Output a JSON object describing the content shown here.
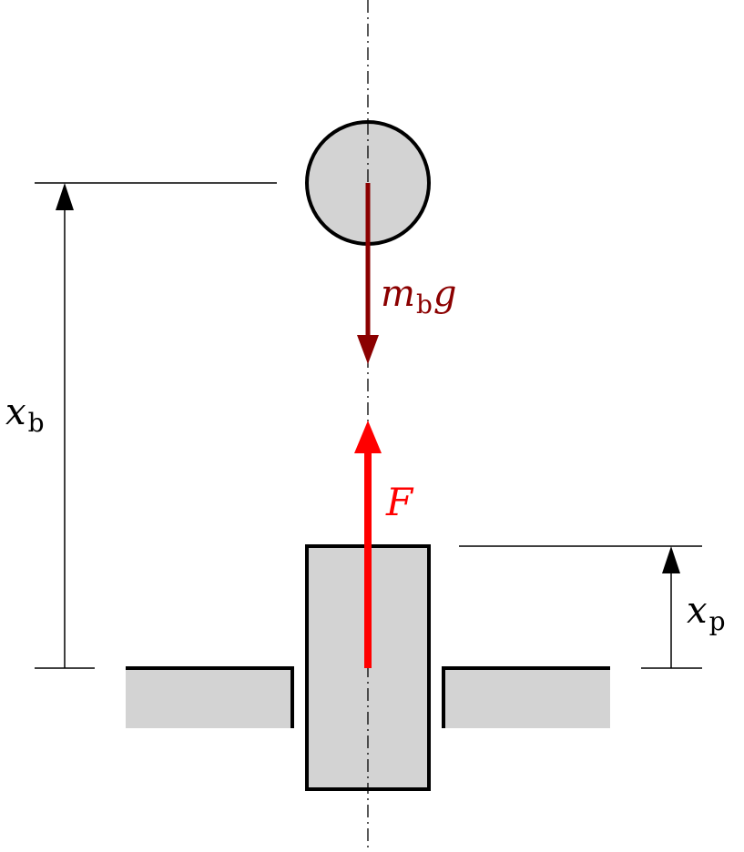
{
  "labels": {
    "xb": {
      "main": "x",
      "sub": "b"
    },
    "xp": {
      "main": "x",
      "sub": "p"
    },
    "weight": {
      "main": "m",
      "sub": "b",
      "tail": "g"
    },
    "force": {
      "main": "F"
    }
  },
  "colors": {
    "background": "#ffffff",
    "fill": "#d3d3d3",
    "stroke": "#000000",
    "weight_arrow": "#8b0000",
    "force_arrow": "#ff0000"
  }
}
